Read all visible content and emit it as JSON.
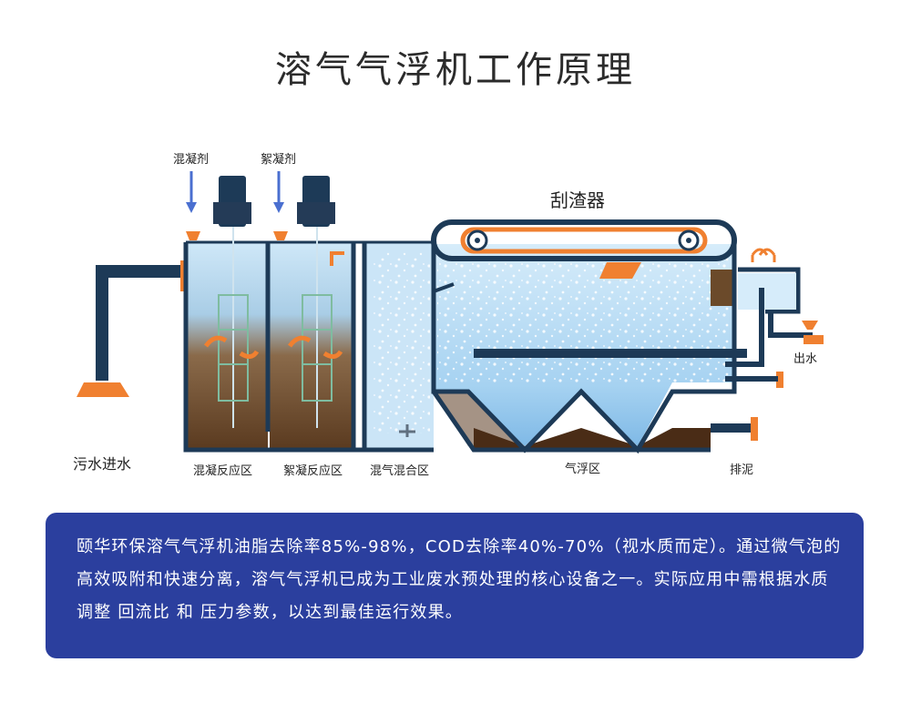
{
  "title": "溶气气浮机工作原理",
  "labels": {
    "coagulant": "混凝剂",
    "flocculant": "絮凝剂",
    "scraper": "刮渣器",
    "outlet_water": "出水",
    "inlet": "污水进水",
    "coag_zone": "混凝反应区",
    "floc_zone": "絮凝反应区",
    "mix_zone": "混气混合区",
    "float_zone": "气浮区",
    "sludge": "排泥"
  },
  "description": "颐华环保溶气气浮机油脂去除率85%-98%，COD去除率40%-70%（视水质而定）。通过微气泡的高效吸附和快速分离，溶气气浮机已成为工业废水预处理的核心设备之一。实际应用中需根据水质调整 回流比 和 压力参数，以达到最佳运行效果。",
  "colors": {
    "outline": "#1d3a57",
    "water_light": "#a8d4f0",
    "sludge_brown": "#6b4a2a",
    "orange": "#f08030",
    "arrow_blue": "#4a6fd0",
    "panel_bg": "#2b3f9e"
  }
}
